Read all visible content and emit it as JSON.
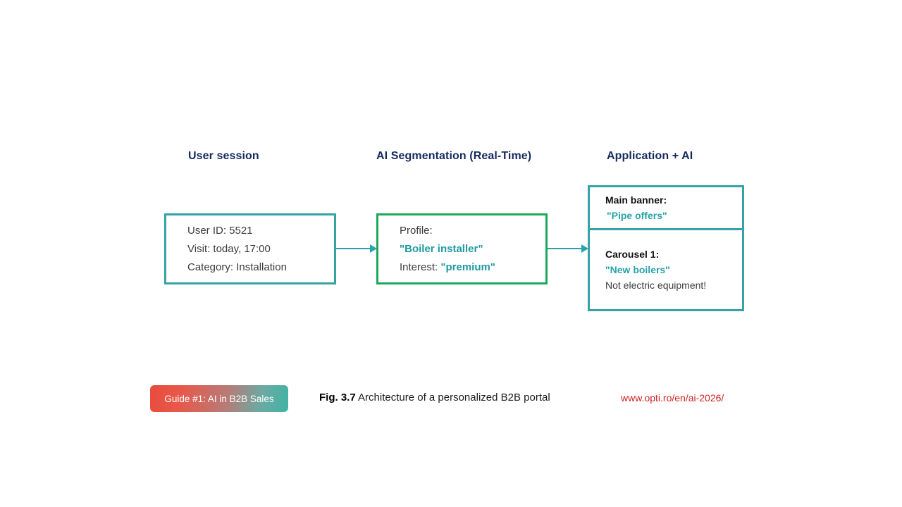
{
  "diagram": {
    "columns": [
      {
        "id": "user-session",
        "heading": "User session"
      },
      {
        "id": "ai-segmentation",
        "heading": "AI Segmentation (Real-Time)"
      },
      {
        "id": "application-ai",
        "heading": "Application + AI"
      }
    ],
    "user_session_box": {
      "line1": "User ID: 5521",
      "line2": "Visit: today, 17:00",
      "line3": "Category: Installation",
      "border_color": "#35a3a5"
    },
    "ai_segmentation_box": {
      "line1": "Profile:",
      "line2": "\"Boiler installer\"",
      "line3_label": "Interest: ",
      "line3_value": "\"premium\"",
      "border_color": "#1aa85a"
    },
    "application_box": {
      "border_color": "#35a3a5",
      "banner": {
        "title": "Main banner:",
        "value": "\"Pipe offers\""
      },
      "carousel": {
        "title": "Carousel 1:",
        "value": "\"New boilers\"",
        "note": "Not electric equipment!"
      }
    },
    "arrows": [
      {
        "id": "arrow-1",
        "color": "#2aa3a8"
      },
      {
        "id": "arrow-2",
        "color": "#2aa3a8"
      }
    ]
  },
  "footer": {
    "badge_label": "Guide #1: AI in B2B Sales",
    "badge_gradient_from": "#e84c3d",
    "badge_gradient_to": "#41b3a3",
    "caption_label": "Fig. 3.7",
    "caption_text": " Architecture of a personalized B2B portal",
    "url": "www.opti.ro/en/ai-2026/",
    "url_color": "#cc2222"
  }
}
